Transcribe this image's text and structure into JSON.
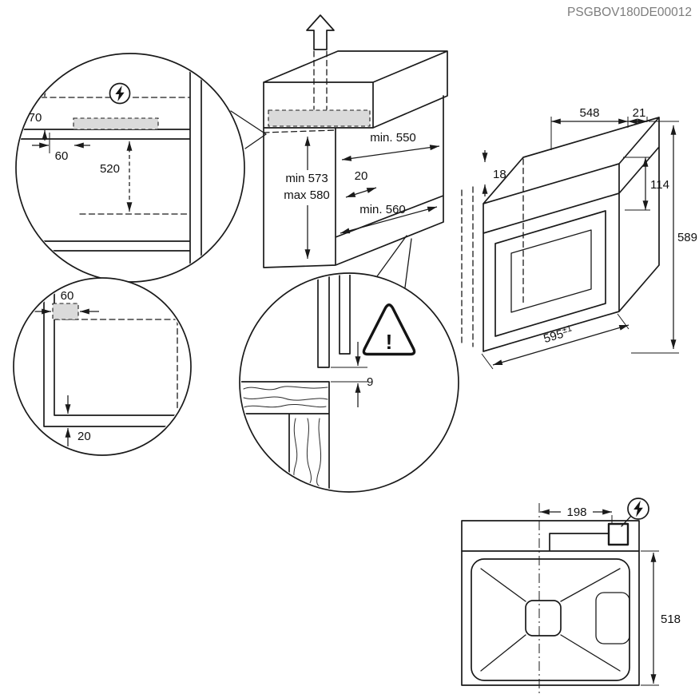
{
  "page": {
    "doc_code": "PSGBOV180DE00012"
  },
  "colors": {
    "line": "#1a1a1a",
    "highlight_fill": "#dadada",
    "code_text": "#7d7d7d"
  },
  "icons": {
    "up_arrow": "hollow-up-arrow",
    "power": "lightning-bolt-in-circle",
    "warning": "exclamation-in-triangle"
  },
  "cabinet": {
    "niche_depth": "min. 550",
    "rear_gap": "20",
    "niche_height_line1": "min 573",
    "niche_height_line2": "max 580",
    "niche_width": "min. 560"
  },
  "detail_top": {
    "gap_70": "70",
    "gap_60": "60",
    "depth_520": "520"
  },
  "detail_bottom": {
    "inset_60": "60",
    "thickness_20": "20"
  },
  "detail_vent": {
    "gap_9": "9",
    "warning_mark": "!"
  },
  "oven": {
    "depth_548": "548",
    "edge_21": "21",
    "top_18": "18",
    "panel_114": "114",
    "height_589": "589",
    "width_595": "595",
    "width_tolerance": "±1"
  },
  "plan": {
    "offset_198": "198",
    "depth_518": "518"
  }
}
